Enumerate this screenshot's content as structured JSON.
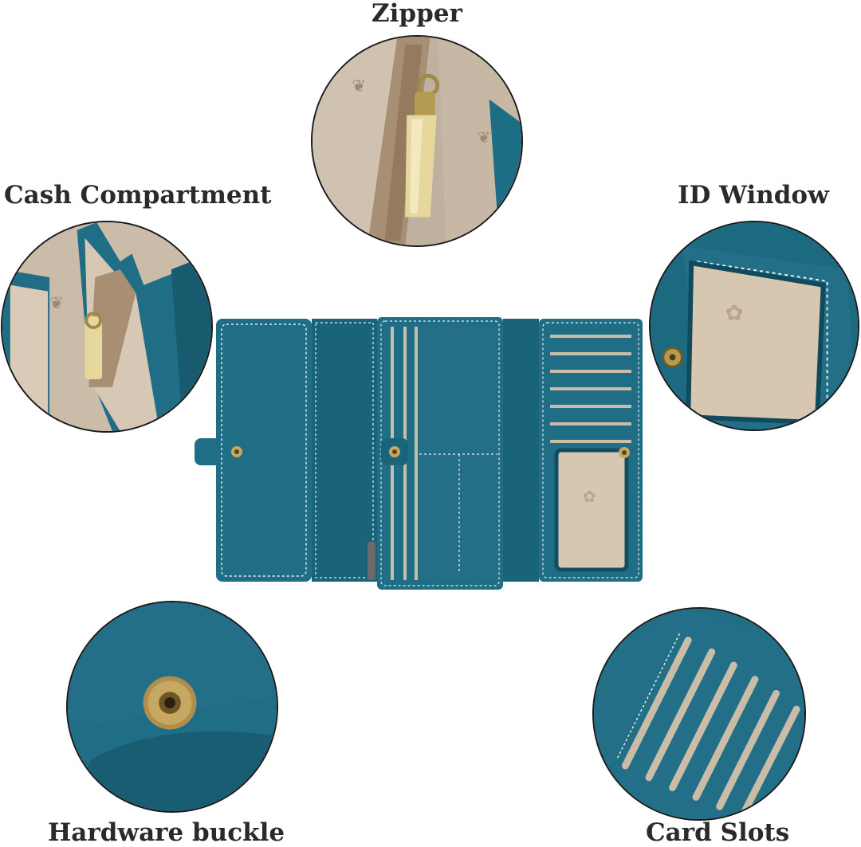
{
  "labels": {
    "zipper": "Zipper",
    "cash_compartment": "Cash Compartment",
    "id_window": "ID Window",
    "hardware_buckle": "Hardware buckle",
    "card_slots": "Card Slots"
  },
  "colors": {
    "leather_teal": "#1f6e86",
    "leather_dark": "#124d61",
    "lining_beige": "#cdbfae",
    "zipper_brass": "#c9b06a",
    "stitch": "#e8eef0"
  }
}
